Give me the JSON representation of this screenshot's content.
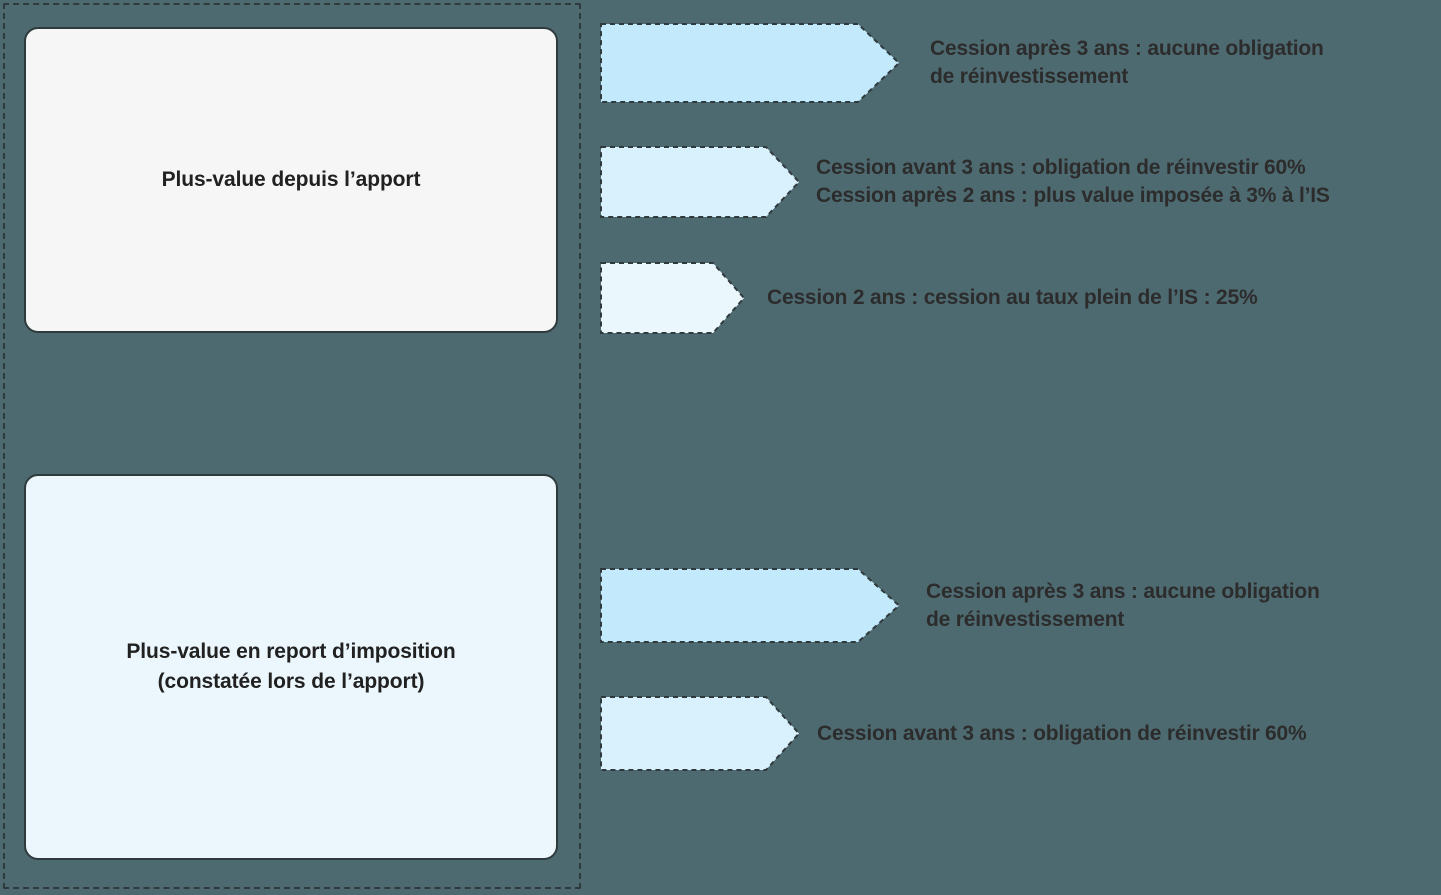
{
  "diagram": {
    "background_color": "#4e6a71",
    "text_color": "#2c2c2c",
    "border_color": "#2f3a3d",
    "groups": [
      {
        "id": "plus-value-depuis-apport",
        "box_label_lines": [
          "Plus-value depuis l’apport"
        ],
        "box_fill": "#f6f6f6",
        "arrows": [
          {
            "id": "a1",
            "fill": "#c2e9fc",
            "label_lines": [
              "Cession après  3 ans : aucune obligation",
              "de réinvestissement"
            ]
          },
          {
            "id": "a2",
            "fill": "#d9f0fd",
            "label_lines": [
              "Cession avant 3 ans : obligation de réinvestir 60%",
              "Cession après 2 ans : plus value imposée à 3% à l’IS"
            ]
          },
          {
            "id": "a3",
            "fill": "#eaf7fd",
            "label_lines": [
              "Cession 2 ans : cession au taux plein de l’IS : 25%"
            ]
          }
        ]
      },
      {
        "id": "plus-value-report-imposition",
        "box_label_lines": [
          "Plus-value en report d’imposition",
          "(constatée lors de l’apport)"
        ],
        "box_fill": "#ecf7fd",
        "arrows": [
          {
            "id": "b1",
            "fill": "#c2e9fc",
            "label_lines": [
              "Cession après  3 ans : aucune obligation",
              "de réinvestissement"
            ]
          },
          {
            "id": "b2",
            "fill": "#d9f0fd",
            "label_lines": [
              "Cession avant 3 ans : obligation de réinvestir 60%"
            ]
          }
        ]
      }
    ]
  }
}
